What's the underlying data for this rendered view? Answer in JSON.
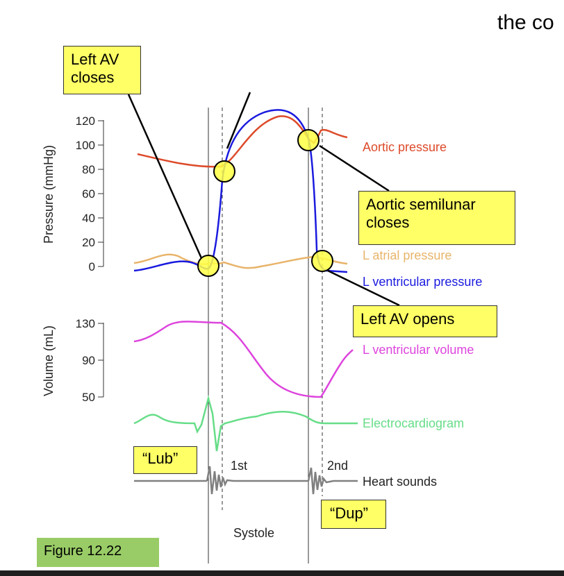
{
  "slide": {
    "top_text": "the co",
    "figure_label": "Figure 12.22"
  },
  "callouts": {
    "left_av_closes_line1": "Left AV",
    "left_av_closes_line2": "closes",
    "aortic_semilunar_line1": "Aortic semilunar",
    "aortic_semilunar_line2": "closes",
    "left_av_opens": "Left AV opens",
    "lub": "“Lub”",
    "dup": "“Dup”"
  },
  "axes": {
    "pressure_label": "Pressure (mmHg)",
    "pressure_ticks": [
      "120",
      "100",
      "80",
      "60",
      "40",
      "20",
      "0"
    ],
    "volume_label": "Volume (mL)",
    "volume_ticks": [
      "130",
      "90",
      "50"
    ]
  },
  "traces": {
    "aortic_pressure": "Aortic pressure",
    "atrial_pressure": "L atrial pressure",
    "ventricular_pressure": "L ventricular pressure",
    "ventricular_volume": "L ventricular volume",
    "ecg": "Electrocardiogram",
    "heart_sounds": "Heart sounds"
  },
  "sounds": {
    "first": "1st",
    "second": "2nd"
  },
  "phase": {
    "systole": "Systole"
  },
  "colors": {
    "aortic": "#dd4a2a",
    "atrial": "#e8b46a",
    "ventricular": "#1a1adf",
    "volume": "#dd44dd",
    "ecg": "#66dd88",
    "sound": "#808080",
    "callout": "#ffff66",
    "figure": "#99cc66"
  }
}
